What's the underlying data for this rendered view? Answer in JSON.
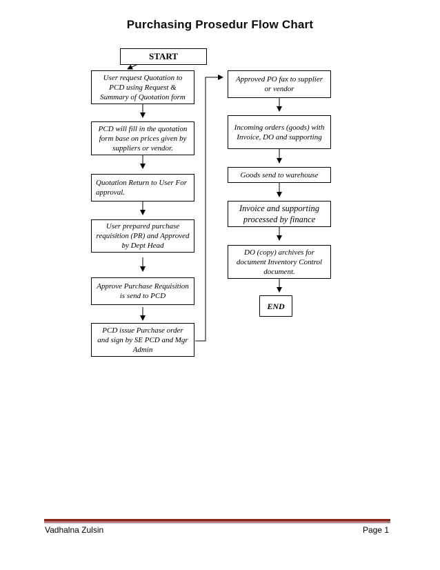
{
  "title": "Purchasing Prosedur Flow Chart",
  "start_label": "START",
  "end_label": "END",
  "left_steps": [
    "User request Quotation to PCD using Request & Summary of Quotation form",
    "PCD will fill in the quotation form base on prices given by suppliers or vendor.",
    "Quotation Return to User For approval.",
    "User prepared purchase requisition (PR) and Approved by Dept Head",
    "Approve Purchase Requisition is send to PCD",
    "PCD issue Purchase order and sign by SE PCD and Mgr Admin"
  ],
  "right_steps": [
    "Approved PO fax to supplier or vendor",
    "Incoming orders (goods) with Invoice, DO and supporting",
    "Goods send to warehouse",
    "Invoice and supporting processed by finance",
    "DO (copy) archives for document Inventory Control document."
  ],
  "footer": {
    "author": "Vadhalna Zulsin",
    "page": "Page 1"
  },
  "colors": {
    "footer_rule": "#8b2a1f",
    "border": "#000000"
  }
}
